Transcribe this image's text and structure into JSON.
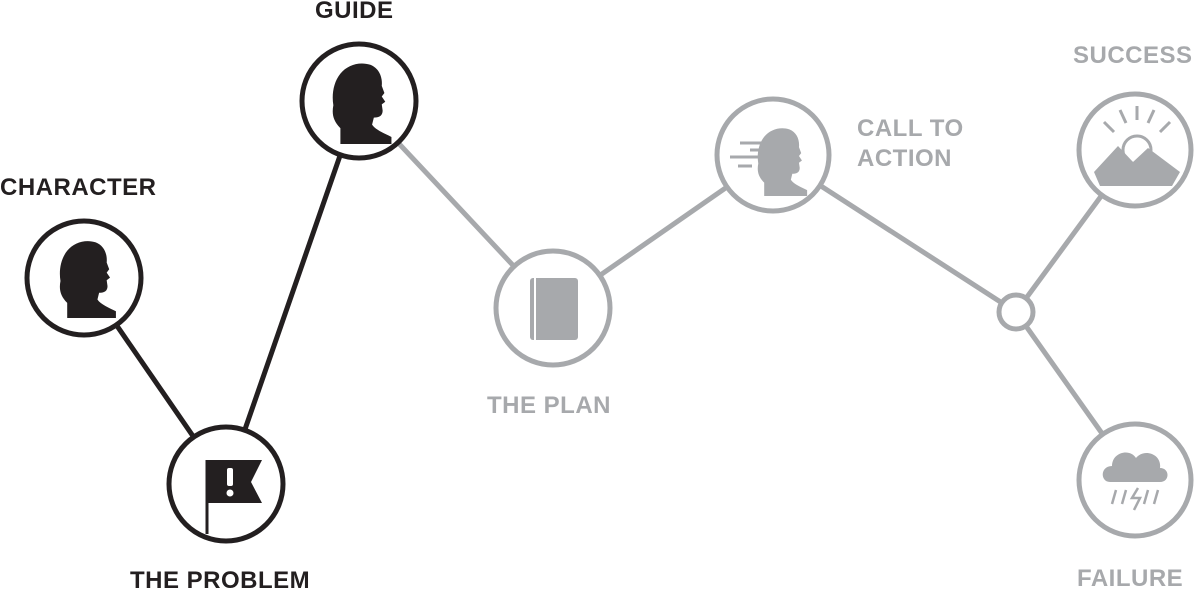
{
  "colors": {
    "active": "#231f20",
    "inactive": "#a7a9ac"
  },
  "nodes": {
    "character": {
      "label": "CHARACTER",
      "icon": "head-silhouette-icon"
    },
    "problem": {
      "label": "THE PROBLEM",
      "icon": "flag-exclamation-icon"
    },
    "guide": {
      "label": "GUIDE",
      "icon": "head-silhouette-icon"
    },
    "plan": {
      "label": "THE PLAN",
      "icon": "book-icon"
    },
    "cta": {
      "label_line1": "CALL TO",
      "label_line2": "ACTION",
      "icon": "person-moving-icon"
    },
    "success": {
      "label": "SUCCESS",
      "icon": "sun-mountain-icon"
    },
    "failure": {
      "label": "FAILURE",
      "icon": "storm-cloud-icon"
    }
  }
}
